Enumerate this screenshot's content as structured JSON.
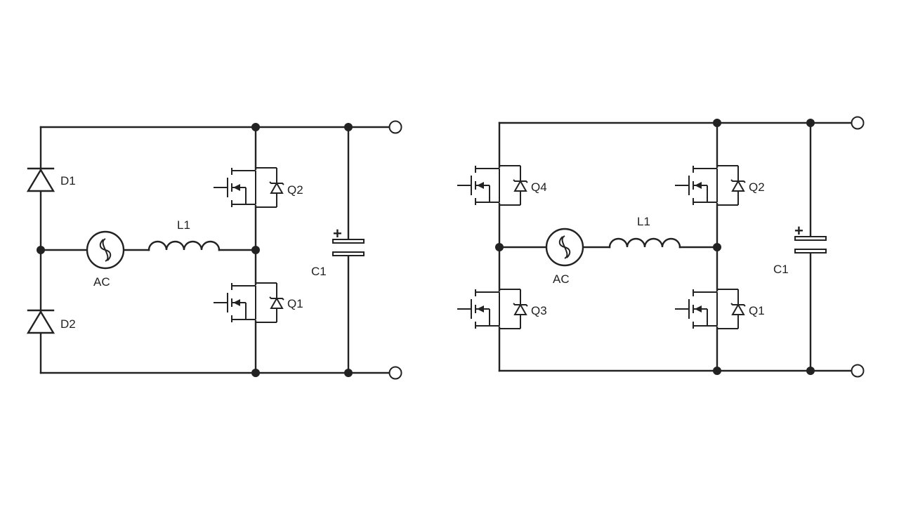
{
  "circuit_left": {
    "labels": {
      "d1": "D1",
      "d2": "D2",
      "ac": "AC",
      "l1": "L1",
      "q1": "Q1",
      "q2": "Q2",
      "c1": "C1",
      "plus": "+"
    }
  },
  "circuit_right": {
    "labels": {
      "ac": "AC",
      "l1": "L1",
      "q1": "Q1",
      "q2": "Q2",
      "q3": "Q3",
      "q4": "Q4",
      "c1": "C1",
      "plus": "+"
    }
  }
}
